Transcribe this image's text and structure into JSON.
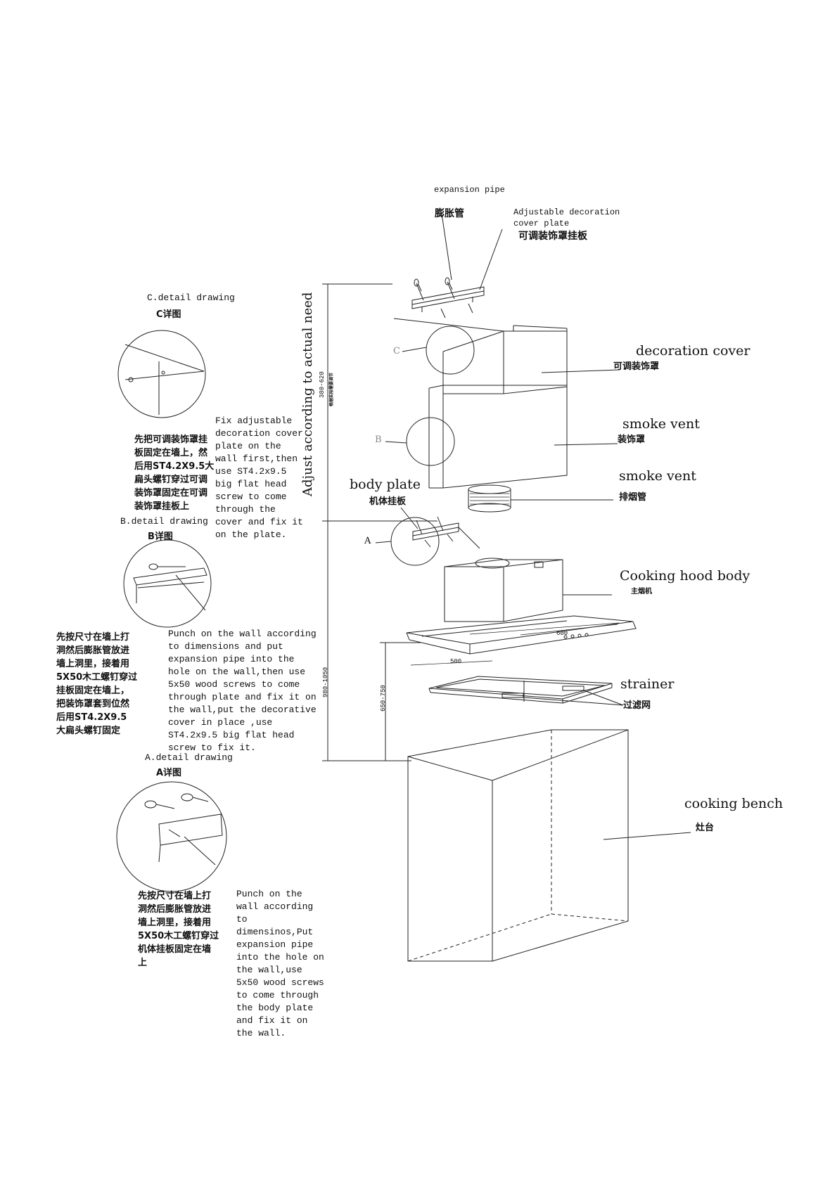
{
  "labels": {
    "expansion_pipe_en": "expansion pipe",
    "expansion_pipe_cn": "膨胀管",
    "adj_plate_en": "Adjustable decoration\ncover plate",
    "adj_plate_cn": "可调装饰罩挂板",
    "decoration_cover_en": "decoration cover",
    "decoration_cover_cn": "可调装饰罩",
    "smoke_vent_en_1": "smoke vent",
    "smoke_vent_cn_1": "装饰罩",
    "smoke_vent_en_2": "smoke vent",
    "smoke_vent_cn_2": "排烟管",
    "body_plate_en": "body plate",
    "body_plate_cn": "机体挂板",
    "hood_body_en": "Cooking hood body",
    "hood_body_cn": "主烟机",
    "strainer_en": "strainer",
    "strainer_cn": "过滤网",
    "cooking_bench_en": "cooking bench",
    "cooking_bench_cn": "灶台",
    "adjust_vertical": "Adjust according to actual need",
    "dim_380_620": "380-620",
    "dim_380_620_cn": "根据实际需要调节",
    "dim_980_1050": "980-1050",
    "dim_650_750": "650-750",
    "dim_600": "600",
    "dim_500": "500",
    "letter_a": "A",
    "letter_b": "B",
    "letter_c": "C"
  },
  "details": {
    "c_title_en": "C.detail drawing",
    "c_title_cn": "C详图",
    "b_title_en": "B.detail drawing",
    "b_title_cn": "B详图",
    "a_title_en": "A.detail drawing",
    "a_title_cn": "A详图"
  },
  "notes": {
    "cover_cn": "先把可调装饰罩挂\n板固定在墙上，然\n后用ST4.2X9.5大\n扁头螺钉穿过可调\n装饰罩固定在可调\n装饰罩挂板上",
    "cover_en": "Fix adjustable\ndecoration cover\nplate on the\nwall first,then\nuse ST4.2x9.5\nbig flat head\nscrew to come\nthrough the\ncover and fix it\non the plate.",
    "plate_cn": "先按尺寸在墙上打\n洞然后膨胀管放进\n墙上洞里，接着用\n5X50木工螺钉穿过\n挂板固定在墙上，\n把装饰罩套到位然\n后用ST4.2X9.5\n大扁头螺钉固定",
    "plate_en": "Punch on the wall according\nto dimensions and put\nexpansion pipe into the\nhole on the wall,then use\n5x50 wood screws to come\nthrough plate and fix it on\nthe wall,put the decorative\ncover in place ,use\nST4.2x9.5 big flat head\nscrew to fix it.",
    "body_cn": "先按尺寸在墙上打\n洞然后膨胀管放进\n墙上洞里，接着用\n5X50木工螺钉穿过\n机体挂板固定在墙\n上",
    "body_en": "Punch on the\nwall according\nto\ndimensinos,Put\nexpansion pipe\ninto the hole on\nthe wall,use\n5x50 wood screws\nto come through\nthe body plate\nand fix it on\nthe wall."
  }
}
